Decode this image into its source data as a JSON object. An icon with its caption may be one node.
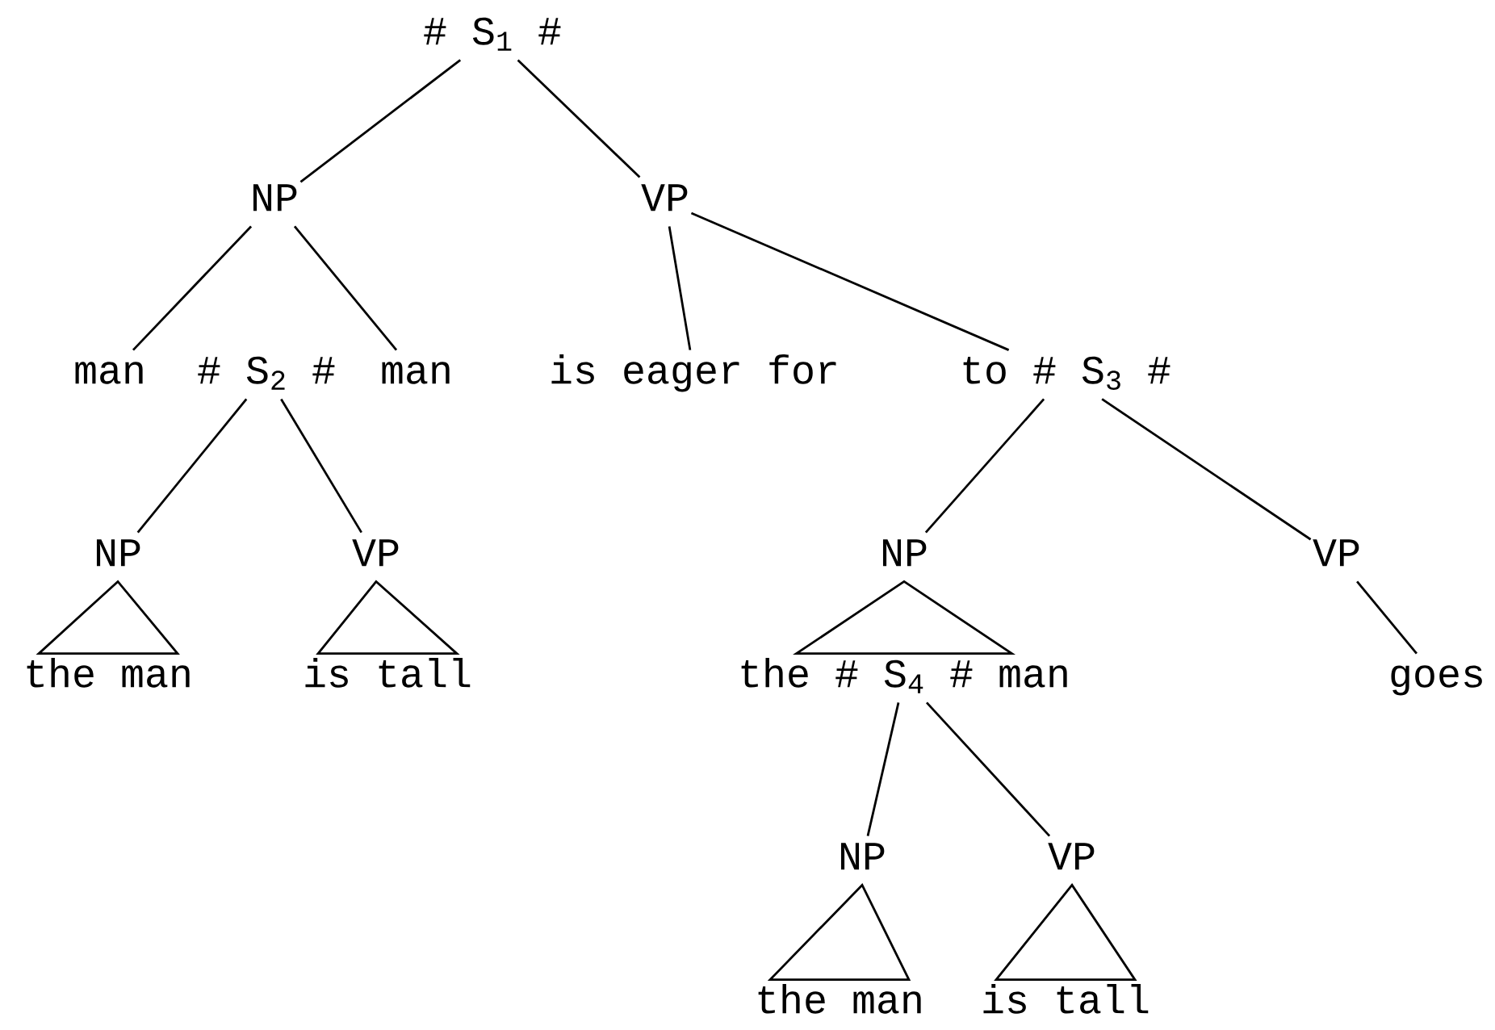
{
  "diagram": {
    "nodes": [
      {
        "text": [
          "# S$_{1}$ #"
        ]
      },
      {
        "text": [
          "NP"
        ]
      },
      {
        "text": [
          "VP"
        ]
      },
      {
        "text": [
          "man"
        ]
      },
      {
        "text": [
          "# S$_{2}$ #"
        ]
      },
      {
        "text": [
          "man"
        ]
      },
      {
        "text": [
          "is eager for"
        ]
      },
      {
        "text": [
          "to # S$_{3}$ #"
        ]
      },
      {
        "text": [
          "NP"
        ]
      },
      {
        "text": [
          "VP"
        ]
      },
      {
        "text": [
          "the man"
        ]
      },
      {
        "text": [
          "is tall"
        ]
      },
      {
        "text": [
          "NP"
        ]
      },
      {
        "text": [
          "VP"
        ]
      },
      {
        "text": [
          "the # S$_{4}$ # man"
        ]
      },
      {
        "text": [
          "goes"
        ]
      },
      {
        "text": [
          "NP"
        ]
      },
      {
        "text": [
          "VP"
        ]
      },
      {
        "text": [
          "the man"
        ]
      },
      {
        "text": [
          "is tall"
        ]
      }
    ],
    "edges": [
      {
        "from": 0,
        "to": 1,
        "arrow": "none"
      },
      {
        "from": 0,
        "to": 2,
        "arrow": "none"
      },
      {
        "from": 1,
        "to": 3,
        "arrow": "none"
      },
      {
        "from": 1,
        "to": 5,
        "arrow": "none"
      },
      {
        "from": 2,
        "to": 6,
        "arrow": "none"
      },
      {
        "from": 2,
        "to": 7,
        "arrow": "none"
      },
      {
        "from": 4,
        "to": 8,
        "arrow": "none"
      },
      {
        "from": 4,
        "to": 9,
        "arrow": "none"
      },
      {
        "from": 8,
        "to": 10,
        "arrow": "none"
      },
      {
        "from": 9,
        "to": 11,
        "arrow": "none"
      },
      {
        "from": 7,
        "to": 12,
        "arrow": "none"
      },
      {
        "from": 7,
        "to": 13,
        "arrow": "none"
      },
      {
        "from": 12,
        "to": 14,
        "arrow": "none"
      },
      {
        "from": 13,
        "to": 15,
        "arrow": "none"
      },
      {
        "from": 14,
        "to": 16,
        "arrow": "none"
      },
      {
        "from": 14,
        "to": 17,
        "arrow": "none"
      },
      {
        "from": 16,
        "to": 18,
        "arrow": "none"
      },
      {
        "from": 17,
        "to": 19,
        "arrow": "none"
      }
    ]
  }
}
